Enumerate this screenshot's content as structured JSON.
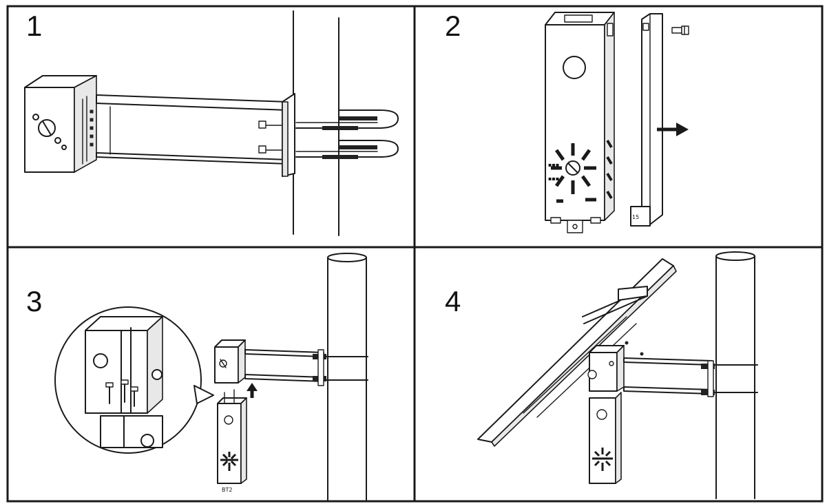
{
  "diagram": {
    "panels": [
      {
        "step": "1",
        "content": "U-bolt bracket clamped to pole, battery box mounted on bracket"
      },
      {
        "step": "2",
        "content": "Battery enclosure with mounting plate and bolt separated"
      },
      {
        "step": "3",
        "content": "Enclosure slid up onto bracket box on pole, detail zoom of bolts"
      },
      {
        "step": "4",
        "content": "Solar panel attached on top of assembly mounted to pole"
      }
    ],
    "small_labels": [
      "15",
      "BT2"
    ],
    "colors": {
      "line": "#1a1a1a",
      "background": "#ffffff",
      "fill_light": "#e8e8e8"
    }
  }
}
